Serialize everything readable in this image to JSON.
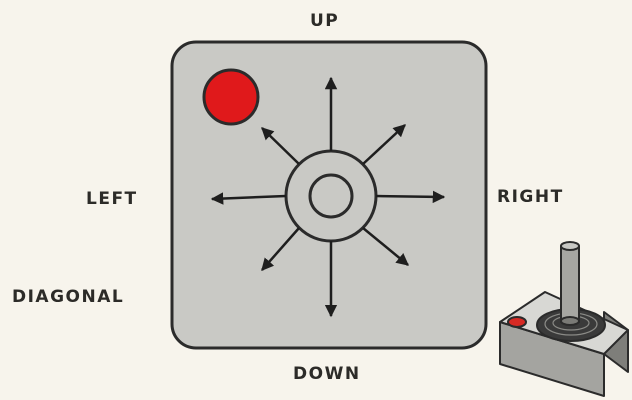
{
  "labels": {
    "up": "UP",
    "left": "LEFT",
    "right": "RIGHT",
    "diagonal": "DIAGONAL",
    "down": "DOWN"
  },
  "colors": {
    "background": "#f7f4ec",
    "panel_fill": "#c9c9c5",
    "panel_border": "#2b2b2b",
    "fire_button": "#e0191b",
    "arrow": "#1e1e1e",
    "label_text": "#2c2b28"
  },
  "icons": {
    "fire_button": "red-fire-button-icon",
    "joystick": "joystick-controller-icon"
  }
}
